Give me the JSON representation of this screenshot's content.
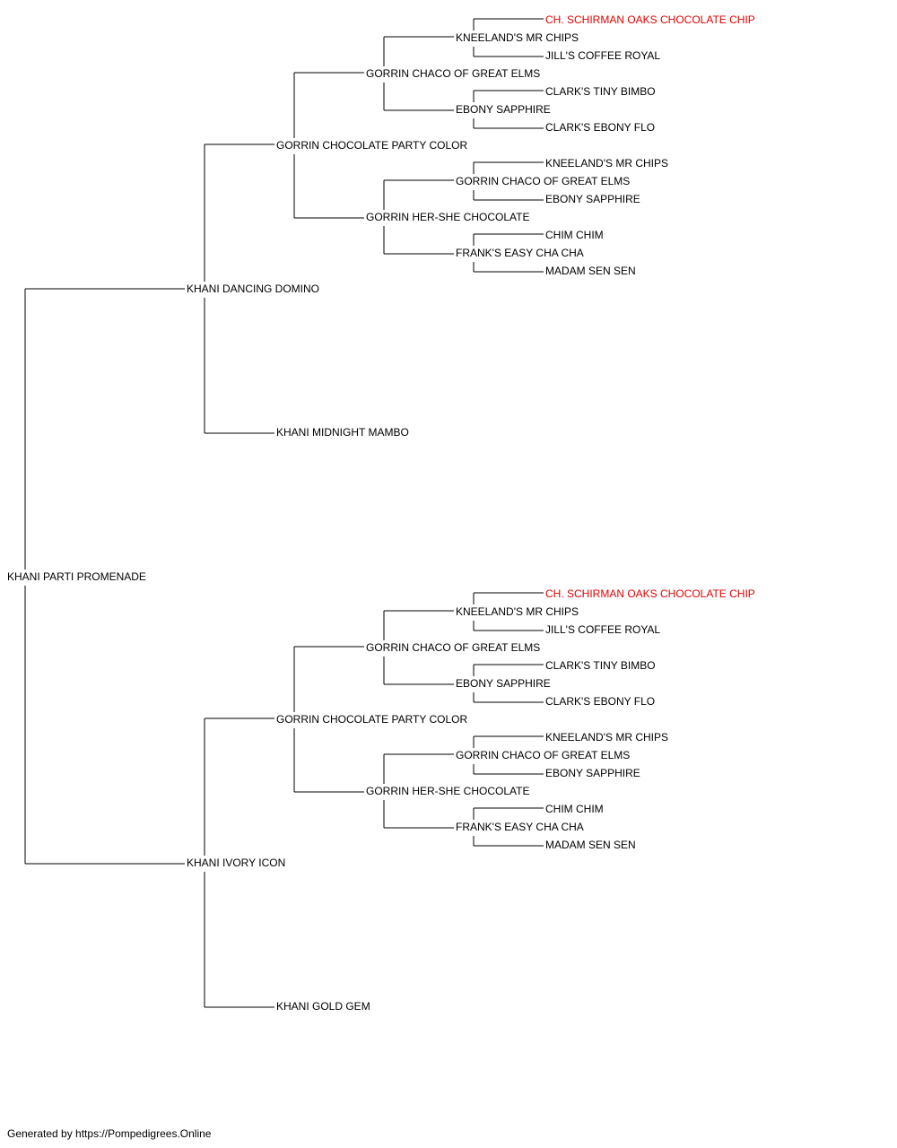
{
  "pedigree": {
    "name": "KHANI PARTI PROMENADE",
    "highlight": false,
    "sire": {
      "name": "KHANI DANCING DOMINO",
      "highlight": false,
      "sire": {
        "name": "GORRIN CHOCOLATE PARTY COLOR",
        "highlight": false,
        "sire": {
          "name": "GORRIN CHACO OF GREAT ELMS",
          "highlight": false,
          "sire": {
            "name": "KNEELAND'S MR CHIPS",
            "highlight": false,
            "sire": {
              "name": "CH. SCHIRMAN OAKS CHOCOLATE CHIP",
              "highlight": true
            },
            "dam": {
              "name": "JILL'S COFFEE ROYAL",
              "highlight": false
            }
          },
          "dam": {
            "name": "EBONY SAPPHIRE",
            "highlight": false,
            "sire": {
              "name": "CLARK'S TINY BIMBO",
              "highlight": false
            },
            "dam": {
              "name": "CLARK'S EBONY FLO",
              "highlight": false
            }
          }
        },
        "dam": {
          "name": "GORRIN HER-SHE CHOCOLATE",
          "highlight": false,
          "sire": {
            "name": "GORRIN CHACO OF GREAT ELMS",
            "highlight": false,
            "sire": {
              "name": "KNEELAND'S MR CHIPS",
              "highlight": false
            },
            "dam": {
              "name": "EBONY SAPPHIRE",
              "highlight": false
            }
          },
          "dam": {
            "name": "FRANK'S EASY CHA CHA",
            "highlight": false,
            "sire": {
              "name": "CHIM CHIM",
              "highlight": false
            },
            "dam": {
              "name": "MADAM SEN SEN",
              "highlight": false
            }
          }
        }
      },
      "dam": {
        "name": "KHANI MIDNIGHT MAMBO",
        "highlight": false
      }
    },
    "dam": {
      "name": "KHANI IVORY ICON",
      "highlight": false,
      "sire": {
        "name": "GORRIN CHOCOLATE PARTY COLOR",
        "highlight": false,
        "sire": {
          "name": "GORRIN CHACO OF GREAT ELMS",
          "highlight": false,
          "sire": {
            "name": "KNEELAND'S MR CHIPS",
            "highlight": false,
            "sire": {
              "name": "CH. SCHIRMAN OAKS CHOCOLATE CHIP",
              "highlight": true
            },
            "dam": {
              "name": "JILL'S COFFEE ROYAL",
              "highlight": false
            }
          },
          "dam": {
            "name": "EBONY SAPPHIRE",
            "highlight": false,
            "sire": {
              "name": "CLARK'S TINY BIMBO",
              "highlight": false
            },
            "dam": {
              "name": "CLARK'S EBONY FLO",
              "highlight": false
            }
          }
        },
        "dam": {
          "name": "GORRIN HER-SHE CHOCOLATE",
          "highlight": false,
          "sire": {
            "name": "GORRIN CHACO OF GREAT ELMS",
            "highlight": false,
            "sire": {
              "name": "KNEELAND'S MR CHIPS",
              "highlight": false
            },
            "dam": {
              "name": "EBONY SAPPHIRE",
              "highlight": false
            }
          },
          "dam": {
            "name": "FRANK'S EASY CHA CHA",
            "highlight": false,
            "sire": {
              "name": "CHIM CHIM",
              "highlight": false
            },
            "dam": {
              "name": "MADAM SEN SEN",
              "highlight": false
            }
          }
        }
      },
      "dam": {
        "name": "KHANI GOLD GEM",
        "highlight": false
      }
    }
  },
  "colors": {
    "highlight": "#e60000",
    "text": "#000000",
    "line": "#000000"
  },
  "footer": {
    "text": "Generated by https://Pompedigrees.Online"
  }
}
